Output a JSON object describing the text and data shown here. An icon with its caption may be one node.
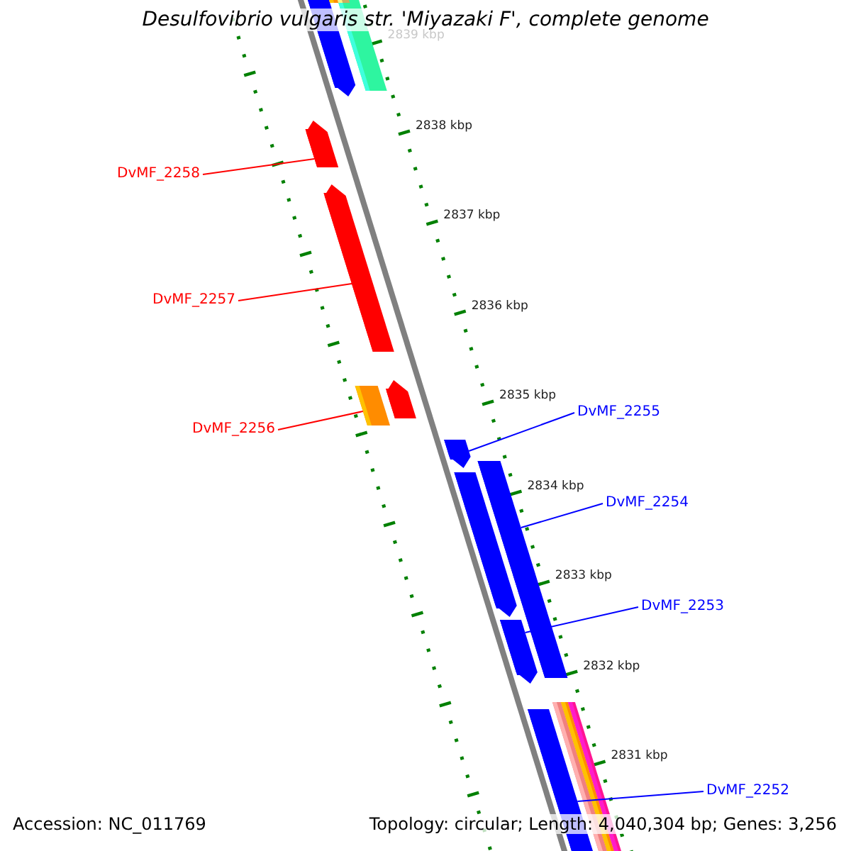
{
  "diagram": {
    "title": "Desulfovibrio vulgaris str. 'Miyazaki F', complete genome",
    "nodes": [
      {
        "text": [
          "DvMF_2258"
        ]
      },
      {
        "text": [],
        "shape": "bar"
      },
      {
        "text": [
          "DvMF_2257"
        ]
      },
      {
        "text": [],
        "shape": "bar"
      },
      {
        "text": [
          "DvMF_2256"
        ]
      },
      {
        "text": [],
        "shape": "bar"
      },
      {
        "text": [
          "DvMF_2255"
        ]
      },
      {
        "text": [],
        "shape": "bar"
      },
      {
        "text": [
          "DvMF_2254"
        ]
      },
      {
        "text": [],
        "shape": "bar"
      },
      {
        "text": [
          "DvMF_2253"
        ]
      },
      {
        "text": [],
        "shape": "bar"
      },
      {
        "text": [
          "DvMF_2252"
        ]
      },
      {
        "text": [],
        "shape": "bar"
      }
    ],
    "edges": [
      {
        "from": 0,
        "to": 1,
        "arrow": "none",
        "color": "#ff0000"
      },
      {
        "from": 2,
        "to": 3,
        "arrow": "none",
        "color": "#ff0000"
      },
      {
        "from": 4,
        "to": 5,
        "arrow": "none",
        "color": "#ff0000"
      },
      {
        "from": 6,
        "to": 7,
        "arrow": "none",
        "color": "#0000ff"
      },
      {
        "from": 8,
        "to": 9,
        "arrow": "none",
        "color": "#0000ff"
      },
      {
        "from": 10,
        "to": 11,
        "arrow": "none",
        "color": "#0000ff"
      },
      {
        "from": 12,
        "to": 13,
        "arrow": "none",
        "color": "#0000ff"
      }
    ],
    "labels": [
      "2839 kbp",
      "2838 kbp",
      "2837 kbp",
      "2836 kbp",
      "2835 kbp",
      "2834 kbp",
      "2833 kbp",
      "2832 kbp",
      "2831 kbp",
      "Accession: NC_011769",
      "Topology: circular; Length: 4,040,304 bp; Genes: 3,256"
    ]
  }
}
